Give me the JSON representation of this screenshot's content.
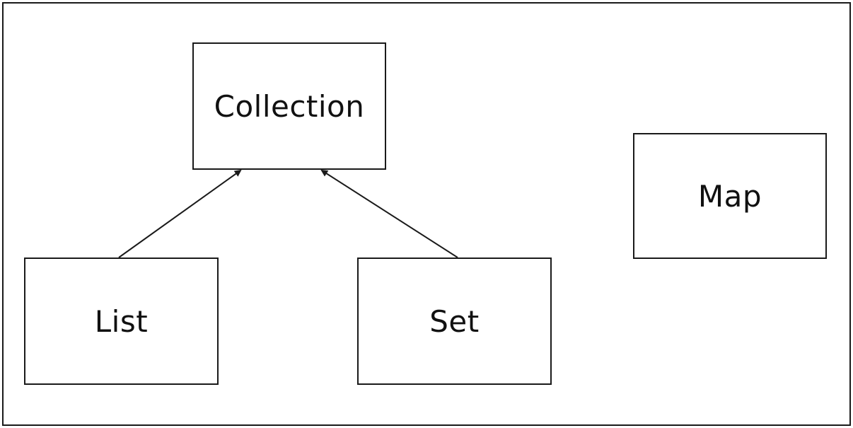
{
  "diagram": {
    "nodes": [
      {
        "id": "collection",
        "label": "Collection"
      },
      {
        "id": "list",
        "label": "List"
      },
      {
        "id": "set",
        "label": "Set"
      },
      {
        "id": "map",
        "label": "Map"
      }
    ],
    "edges": [
      {
        "from": "list",
        "to": "collection"
      },
      {
        "from": "set",
        "to": "collection"
      }
    ]
  },
  "colors": {
    "stroke": "#1a1a1a",
    "text": "#111111",
    "background": "#ffffff"
  }
}
